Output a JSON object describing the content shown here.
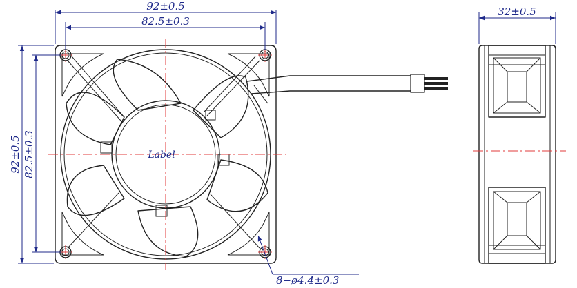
{
  "front_view": {
    "width_overall": "92±0.5",
    "width_holes": "82.5±0.3",
    "height_overall": "92±0.5",
    "height_holes": "82.5±0.3",
    "hub_label": "Label",
    "hole_callout": "8−ø4.4±0.3"
  },
  "side_view": {
    "thickness": "32±0.5"
  },
  "colors": {
    "dimension": "#1f2a8a",
    "centerline": "#e23b3b",
    "outline": "#222222"
  }
}
